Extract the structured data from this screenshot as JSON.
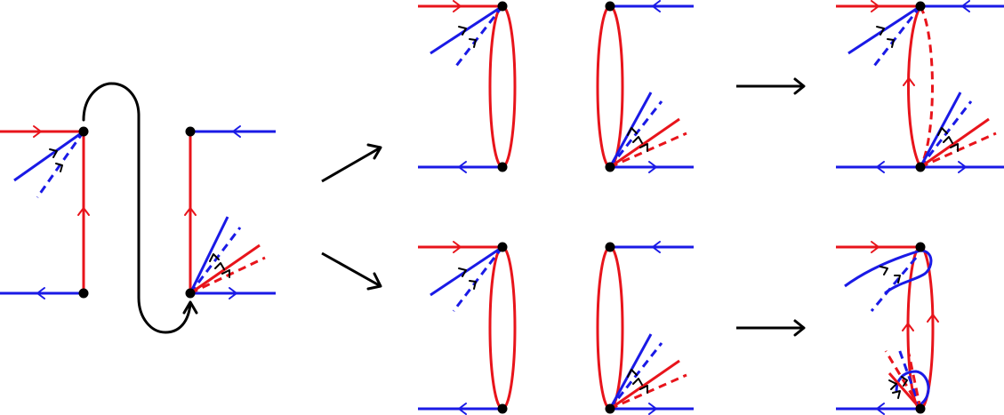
{
  "colors": {
    "red": "#e8141b",
    "blue": "#1a1ae6",
    "black": "#000000",
    "background": "#ffffff"
  },
  "panels": [
    "initial-diagram",
    "top-left-loop",
    "top-middle-loop",
    "top-right-loop",
    "bottom-left-loop",
    "bottom-middle-loop",
    "bottom-right-loop"
  ],
  "transitions": [
    "split-up",
    "split-down",
    "top-merge",
    "bottom-merge"
  ]
}
